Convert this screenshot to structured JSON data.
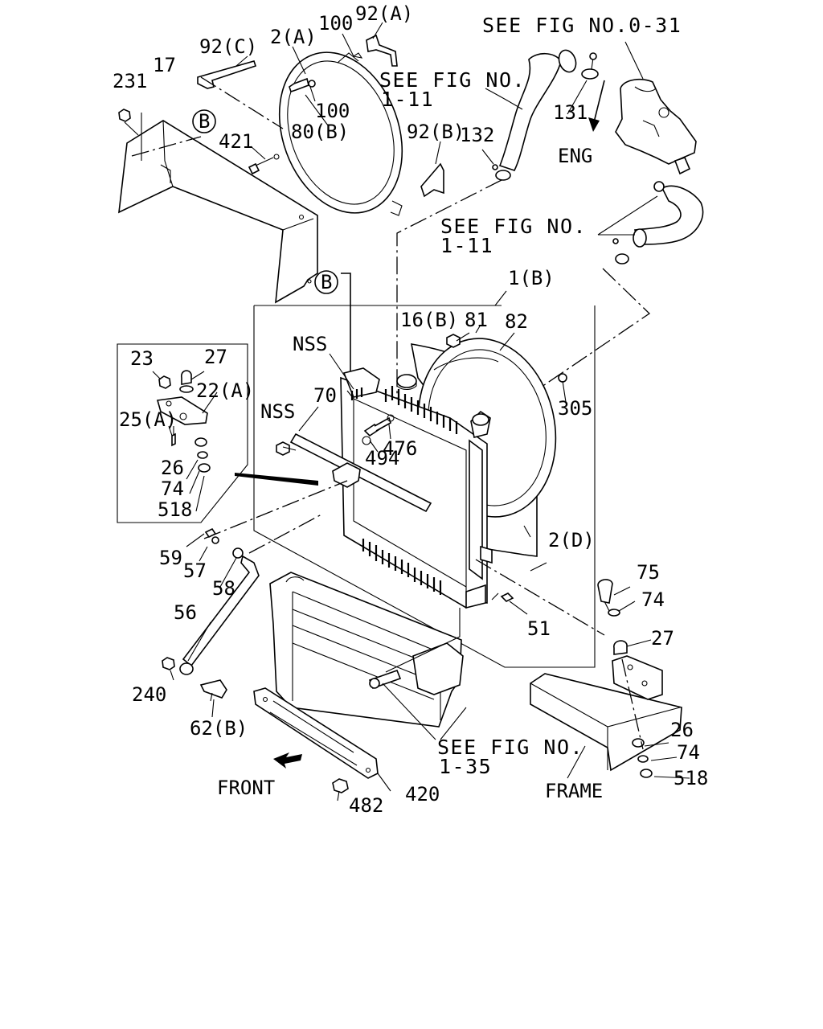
{
  "labels": {
    "p231": "231",
    "p17": "17",
    "p92c": "92(C)",
    "p2a": "2(A)",
    "p100a": "100",
    "p92a": "92(A)",
    "p100b": "100",
    "p80b": "80(B)",
    "p421": "421",
    "p92b": "92(B)",
    "p132": "132",
    "p131": "131",
    "eng": "ENG",
    "circB1": "B",
    "circB2": "B",
    "p1b": "1(B)",
    "p16b": "16(B)",
    "p81": "81",
    "p82": "82",
    "nss1": "NSS",
    "nss2": "NSS",
    "p70": "70",
    "p305": "305",
    "p476": "476",
    "p494": "494",
    "p23": "23",
    "p27a": "27",
    "p22a": "22(A)",
    "p25a": "25(A)",
    "p26a": "26",
    "p74a": "74",
    "p518a": "518",
    "p59": "59",
    "p57": "57",
    "p58": "58",
    "p2d": "2(D)",
    "p75": "75",
    "p74b": "74",
    "p51": "51",
    "p27b": "27",
    "p56": "56",
    "p240": "240",
    "p62b": "62(B)",
    "p26b": "26",
    "p74c": "74",
    "p518b": "518",
    "front": "FRONT",
    "p482": "482",
    "p420": "420",
    "frame": "FRAME"
  },
  "refs": {
    "fig031": "SEE FIG NO.0-31",
    "fig111a_1": "SEE FIG NO.",
    "fig111a_2": "1-11",
    "fig111b_1": "SEE FIG NO.",
    "fig111b_2": "1-11",
    "fig135_1": "SEE FIG NO.",
    "fig135_2": "1-35"
  }
}
